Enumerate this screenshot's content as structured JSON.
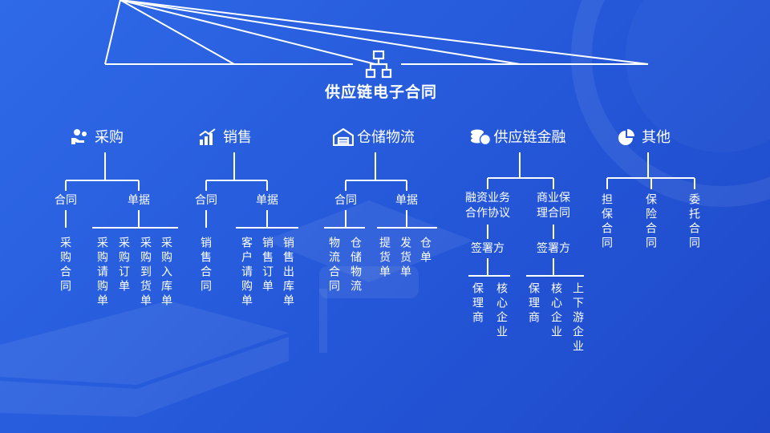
{
  "title": "供应链电子合同",
  "categories": [
    {
      "label": "采购",
      "icon": "hand-coins-icon",
      "groups": [
        {
          "label": "合同",
          "items": [
            "采购合同"
          ]
        },
        {
          "label": "单据",
          "items": [
            "采购请购单",
            "采购订单",
            "采购到货单",
            "采购入库单"
          ]
        }
      ]
    },
    {
      "label": "销售",
      "icon": "bar-chart-icon",
      "groups": [
        {
          "label": "合同",
          "items": [
            "销售合同"
          ]
        },
        {
          "label": "单据",
          "items": [
            "客户请购单",
            "销售订单",
            "销售出库单"
          ]
        }
      ]
    },
    {
      "label": "仓储物流",
      "icon": "warehouse-icon",
      "groups": [
        {
          "label": "合同",
          "items": [
            "物流合同",
            "仓储物流"
          ]
        },
        {
          "label": "单据",
          "items": [
            "提货单",
            "发货单",
            "仓单"
          ]
        }
      ]
    },
    {
      "label": "供应链金融",
      "icon": "coins-icon",
      "groups": [
        {
          "label_lines": [
            "融资业务",
            "合作协议"
          ],
          "signer": "签署方",
          "items": [
            "保理商",
            "核心企业"
          ]
        },
        {
          "label_lines": [
            "商业保",
            "理合同"
          ],
          "signer": "签署方",
          "items": [
            "保理商",
            "核心企业",
            "上下游企业"
          ]
        }
      ]
    },
    {
      "label": "其他",
      "icon": "pie-chart-icon",
      "items": [
        "担保合同",
        "保险合同",
        "委托合同"
      ]
    }
  ]
}
